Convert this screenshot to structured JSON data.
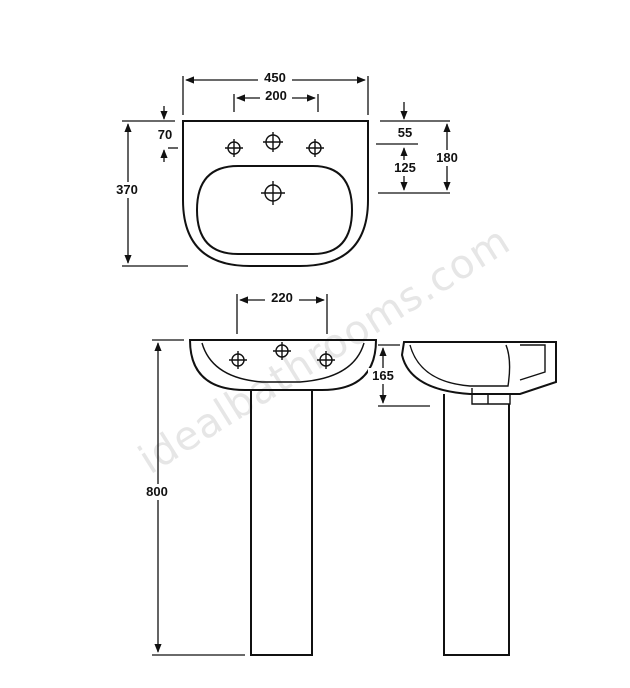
{
  "watermark": "idealbathrooms.com",
  "dimensions": {
    "top_width": "450",
    "tap_spacing": "200",
    "back_offset": "70",
    "total_depth": "370",
    "tap_from_back": "55",
    "waste_from_tap": "125",
    "waste_from_back": "180",
    "front_tap_spacing": "220",
    "bowl_depth": "165",
    "pedestal_height": "800"
  }
}
